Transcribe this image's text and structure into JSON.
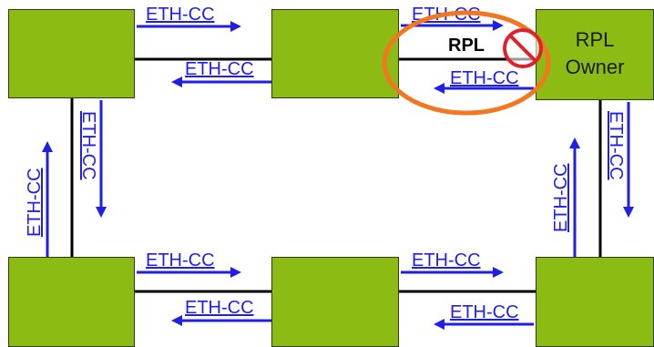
{
  "diagram": {
    "message_label": "ETH-CC",
    "rpl_label": "RPL",
    "owner_node_label_line1": "RPL",
    "owner_node_label_line2": "Owner",
    "colors": {
      "node_fill": "#8cbc14",
      "link": "#000000",
      "arrow": "#1f1fe6",
      "highlight_ellipse": "#f07820",
      "block_icon": "#e0202a"
    },
    "icons": [
      "arrow-right-icon",
      "arrow-left-icon",
      "arrow-up-icon",
      "arrow-down-icon",
      "blocked-icon"
    ]
  }
}
